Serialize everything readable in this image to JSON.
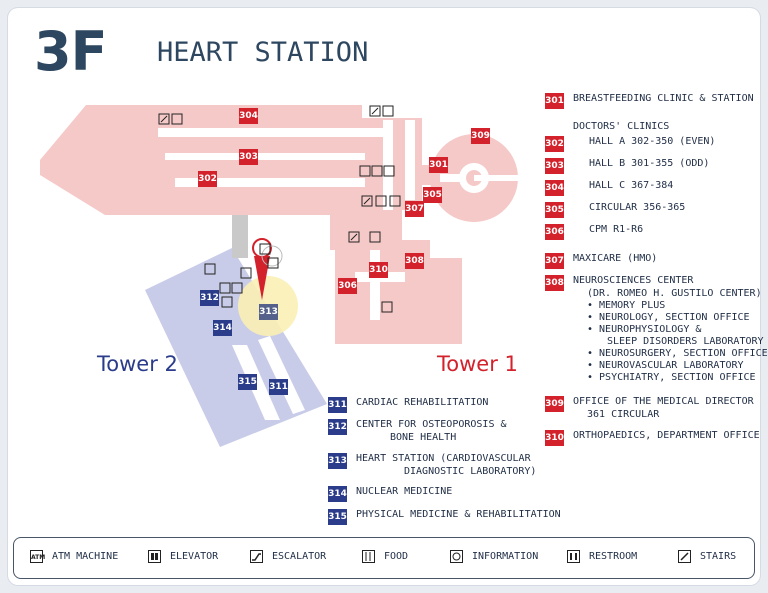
{
  "header": {
    "floor": "3F",
    "title": "HEART STATION"
  },
  "towers": {
    "tower2": "Tower 2",
    "tower1": "Tower 1"
  },
  "map_rooms": {
    "r304": "304",
    "r303": "303",
    "r302": "302",
    "r301": "301",
    "r309": "309",
    "r305": "305",
    "r307": "307",
    "r308": "308",
    "r310": "310",
    "r306": "306",
    "r312": "312",
    "r313": "313",
    "r314": "314",
    "r315": "315",
    "r311": "311"
  },
  "legend_right": {
    "i301": {
      "code": "301",
      "label": "BREASTFEEDING CLINIC & STATION"
    },
    "doctors_header": "DOCTORS' CLINICS",
    "i302": {
      "code": "302",
      "label": "HALL A 302-350 (EVEN)"
    },
    "i303": {
      "code": "303",
      "label": "HALL B 301-355 (ODD)"
    },
    "i304": {
      "code": "304",
      "label": "HALL C 367-384"
    },
    "i305": {
      "code": "305",
      "label": "CIRCULAR 356-365"
    },
    "i306": {
      "code": "306",
      "label": "CPM R1-R6"
    },
    "i307": {
      "code": "307",
      "label": "MAXICARE (HMO)"
    },
    "i308": {
      "code": "308",
      "label": "NEUROSCIENCES CENTER",
      "sub": "(DR. ROMEO H. GUSTILO CENTER)",
      "bullets": [
        "• MEMORY PLUS",
        "• NEUROLOGY, SECTION OFFICE",
        "• NEUROPHYSIOLOGY &",
        "SLEEP DISORDERS LABORATORY",
        "• NEUROSURGERY, SECTION OFFICE",
        "• NEUROVASCULAR LABORATORY",
        "• PSYCHIATRY, SECTION OFFICE"
      ]
    },
    "i309": {
      "code": "309",
      "label": "OFFICE OF THE MEDICAL DIRECTOR",
      "sub": "361 CIRCULAR"
    },
    "i310": {
      "code": "310",
      "label": "ORTHOPAEDICS, DEPARTMENT OFFICE"
    }
  },
  "legend_left": {
    "i311": {
      "code": "311",
      "label": "CARDIAC REHABILITATION"
    },
    "i312": {
      "code": "312",
      "label": "CENTER FOR OSTEOPOROSIS &",
      "sub": "BONE HEALTH"
    },
    "i313": {
      "code": "313",
      "label": "HEART STATION (CARDIOVASCULAR",
      "sub": "DIAGNOSTIC LABORATORY)"
    },
    "i314": {
      "code": "314",
      "label": "NUCLEAR MEDICINE"
    },
    "i315": {
      "code": "315",
      "label": "PHYSICAL MEDICINE & REHABILITATION"
    }
  },
  "key": {
    "atm": {
      "label": "ATM MACHINE",
      "icon": "atm-icon",
      "glyph": "ATM"
    },
    "elevator": {
      "label": "ELEVATOR",
      "icon": "elevator-icon"
    },
    "escalator": {
      "label": "ESCALATOR",
      "icon": "escalator-icon"
    },
    "food": {
      "label": "FOOD",
      "icon": "food-icon"
    },
    "information": {
      "label": "INFORMATION",
      "icon": "information-icon"
    },
    "restroom": {
      "label": "RESTROOM",
      "icon": "restroom-icon"
    },
    "stairs": {
      "label": "STAIRS",
      "icon": "stairs-icon"
    }
  },
  "colors": {
    "red": "#d3222b",
    "blue": "#2a3c8a",
    "pink_area": "#f6c9c9",
    "lavender_area": "#c8cce8",
    "navy_text": "#2e4760"
  }
}
